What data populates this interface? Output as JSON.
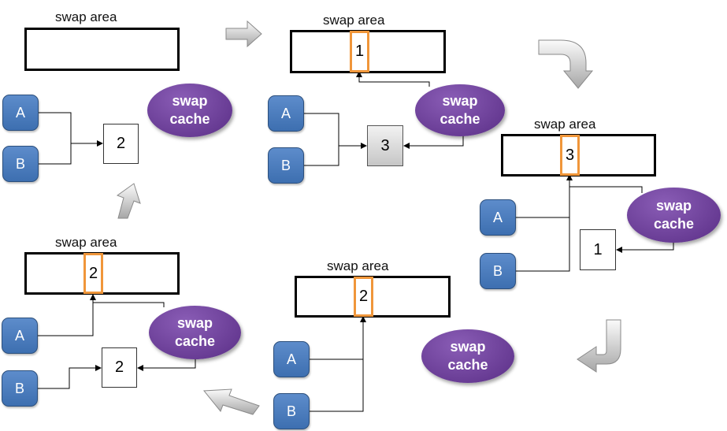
{
  "labels": {
    "swap_area": "swap area",
    "cache_line1": "swap",
    "cache_line2": "cache",
    "proc_a": "A",
    "proc_b": "B"
  },
  "step1": {
    "page": "2"
  },
  "step2": {
    "slot": "1",
    "page": "3"
  },
  "step3": {
    "slot": "3",
    "page": "1"
  },
  "step4": {
    "slot": "2"
  },
  "step5": {
    "slot": "2",
    "page": "2"
  },
  "colors": {
    "process": "#3d6fb0",
    "cache": "#6b3f99",
    "slot_border": "#f0963a",
    "flow_arrow": "#b8b8b8"
  }
}
